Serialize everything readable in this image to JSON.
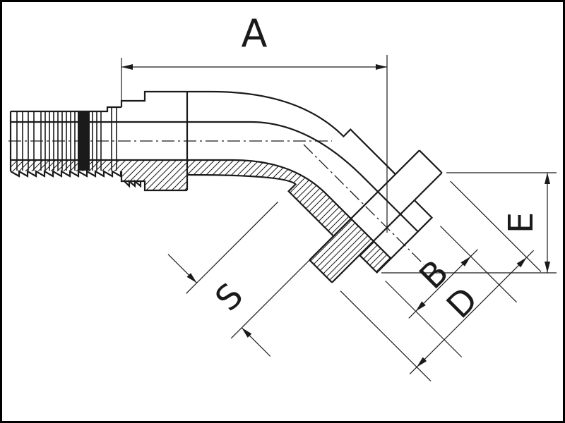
{
  "drawing": {
    "labels": {
      "a": "A",
      "b": "B",
      "d": "D",
      "e": "E",
      "s": "S"
    },
    "colors": {
      "line": "#1a1a1a",
      "background": "#ffffff"
    }
  }
}
